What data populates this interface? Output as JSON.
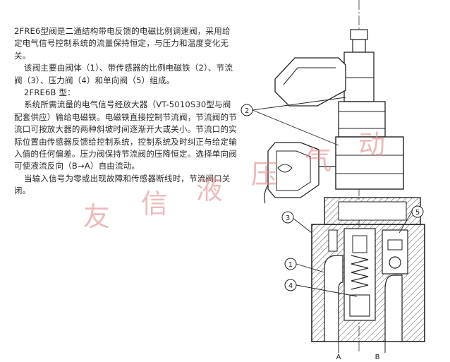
{
  "text": {
    "p1": "2FRE6型阀是二通结构带电反馈的电磁比例调速阀，采用给定电气信号控制系统的流量保持恒定，与压力和温度变化无关。",
    "p2": "该阀主要由阀体（1）、带传感器的比例电磁铁（2）、节流阀（3）、压力阀（4）和单向阀（5）组成。",
    "p3": "2FRE6B 型：",
    "p4": "系统所需流量的电气信号经放大器（VT-5010S30型与阀配套供应）输给电磁铁。电磁铁直接控制节流阀，节流阀的节流口可按放大器的两种斜坡时间逐渐开大或关小。节流口的实际位置由传感器反馈给控制系统，控制系统及时纠正与给定输入值的任何偏差。压力阀保持节流阀的压降恒定。选择单向阀可使液流反向（B→A）自由流动。",
    "p5": "当输入信号为零或出现故障和传感器断线时，节流阀口关闭。"
  },
  "watermark": {
    "chars": [
      "友",
      "信",
      "液",
      "压",
      "气",
      "动"
    ],
    "color": "#de8282"
  },
  "drawing": {
    "callouts": [
      "1",
      "2",
      "3",
      "4",
      "5"
    ],
    "port_labels": [
      "A",
      "B"
    ]
  }
}
